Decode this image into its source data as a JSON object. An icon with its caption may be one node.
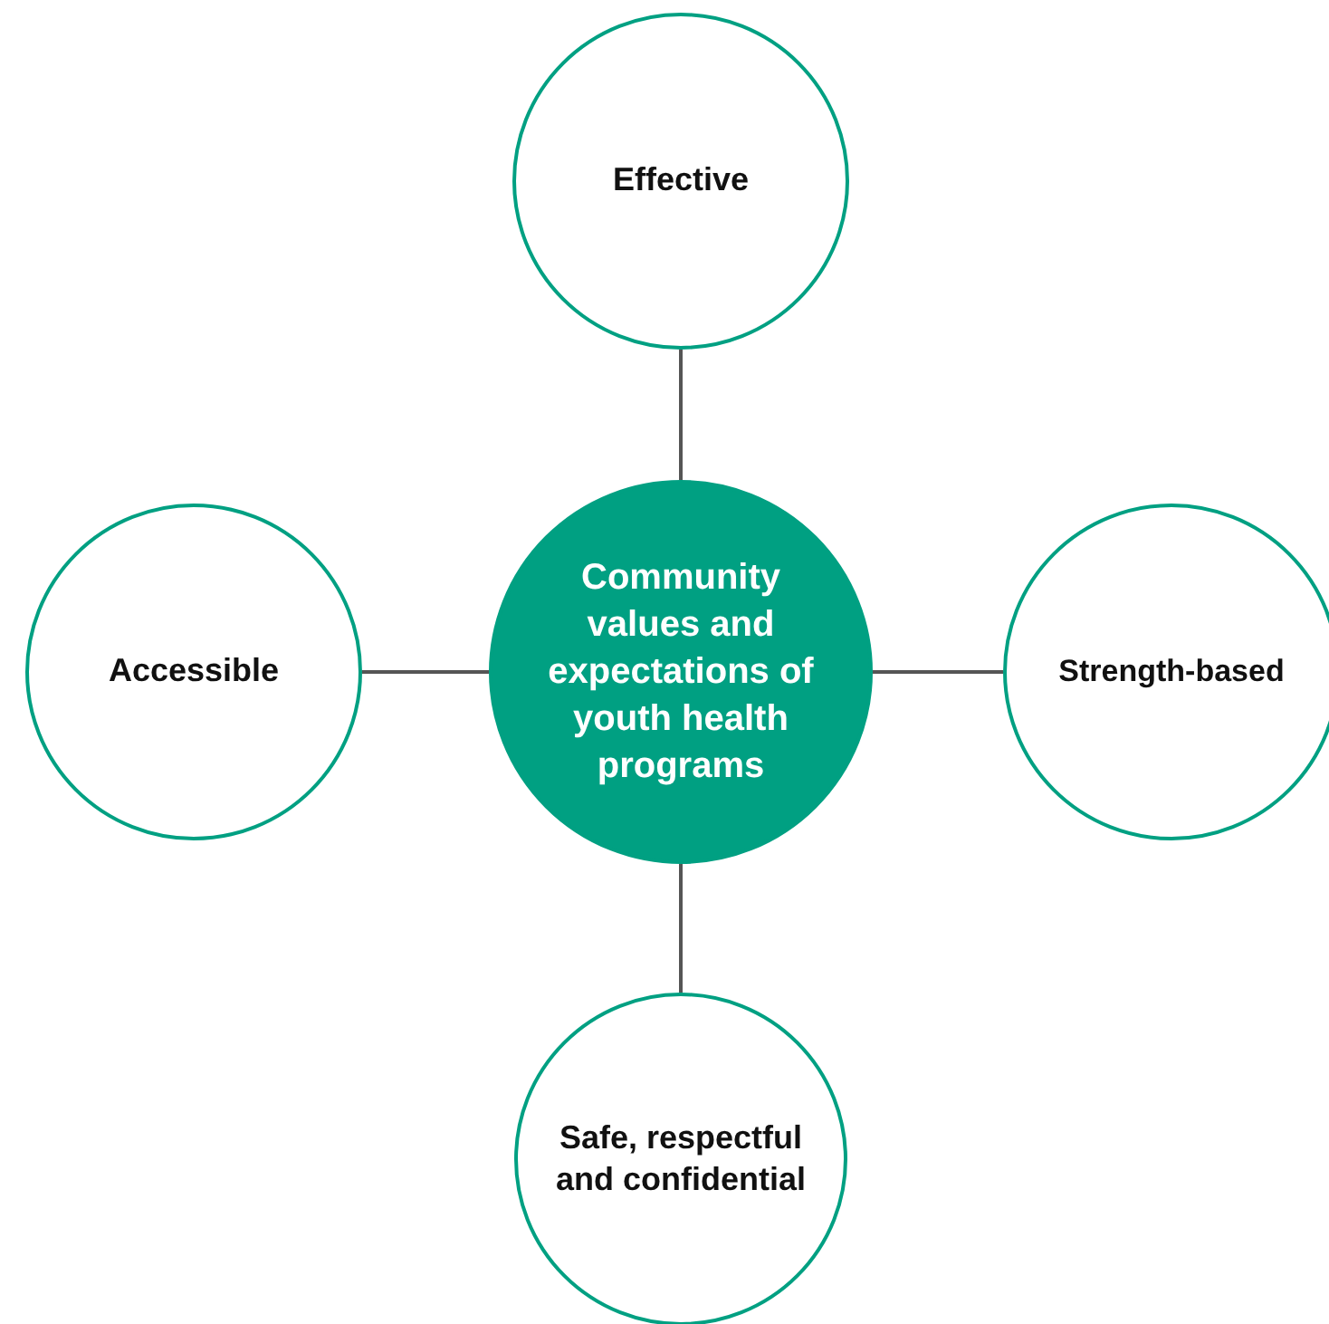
{
  "diagram": {
    "nodes": [
      {
        "text": [
          "Effective"
        ]
      },
      {
        "text": [
          "Accessible"
        ]
      },
      {
        "text": [
          "Community values and expectations of youth health programs"
        ]
      },
      {
        "text": [
          "Strength-based"
        ]
      },
      {
        "text": [
          "Safe, respectful and confidential"
        ]
      }
    ],
    "edges": [
      {
        "from": 2,
        "to": 0,
        "arrow": "none"
      },
      {
        "from": 2,
        "to": 1,
        "arrow": "none"
      },
      {
        "from": 2,
        "to": 3,
        "arrow": "none"
      },
      {
        "from": 2,
        "to": 4,
        "arrow": "none"
      }
    ]
  }
}
